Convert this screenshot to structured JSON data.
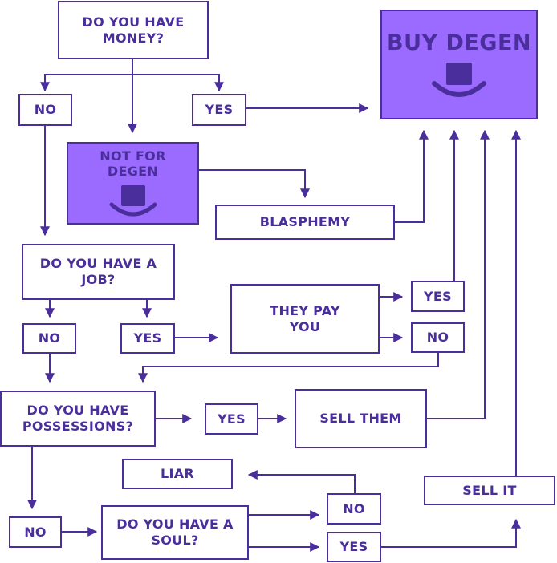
{
  "flowchart": {
    "money_question": "DO YOU HAVE MONEY?",
    "money_no": "NO",
    "money_yes": "YES",
    "buy_degen": "BUY DEGEN",
    "not_for_degen": "NOT FOR DEGEN",
    "blasphemy": "BLASPHEMY",
    "job_question": "DO YOU HAVE A JOB?",
    "job_no": "NO",
    "job_yes": "YES",
    "they_pay_you": "THEY PAY YOU",
    "pay_yes": "YES",
    "pay_no": "NO",
    "possessions_question": "DO YOU HAVE POSSESSIONS?",
    "possessions_yes": "YES",
    "sell_them": "SELL THEM",
    "liar": "LIAR",
    "soul_no": "NO",
    "sell_it": "SELL IT",
    "possessions_no": "NO",
    "soul_question": "DO YOU HAVE A SOUL?",
    "soul_yes": "YES"
  },
  "colors": {
    "stroke": "#4a2f9c",
    "accent_fill": "#9b6bff"
  },
  "icons": [
    "top-hat-icon"
  ]
}
